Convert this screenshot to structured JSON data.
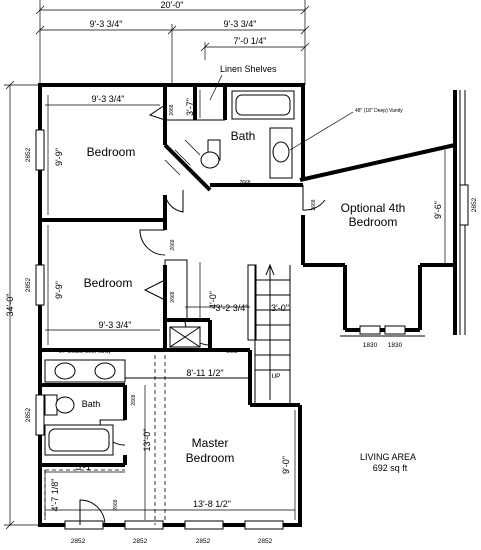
{
  "dimensions": {
    "overall_width": "20'-0\"",
    "top_left": "9'-3 3/4\"",
    "top_right": "9'-3 3/4\"",
    "linen_span": "7'-0 1/4\"",
    "overall_depth": "34'-0\"",
    "bed1_width": "9'-3 3/4\"",
    "bed1_depth": "9'-9\"",
    "closet1": "3'-7\"",
    "closet2": "4'-0\"",
    "hall_width": "3'-2 3/4\"",
    "stair_width": "3'-0\"",
    "bed2_width": "9'-3 3/4\"",
    "bed2_depth": "9'-9\"",
    "master_hall": "8'-11 1/2\"",
    "master_depth": "13'-0\"",
    "master_right": "9'-0\"",
    "master_width": "13'-8 1/2\"",
    "bath_w": "5'-1\"",
    "bath_d": "4'-7 1/8\"",
    "opt_depth": "9'-6\""
  },
  "rooms": {
    "bedroom1": "Bedroom",
    "bedroom2": "Bedroom",
    "bath_upper": "Bath",
    "bath_lower": "Bath",
    "optional_line1": "Optional 4th",
    "optional_line2": "Bedroom",
    "master_line1": "Master",
    "master_line2": "Bedroom"
  },
  "annotations": {
    "linen": "Linen Shelves",
    "vanity": "48\" (18\" Deep) Vanity",
    "double_vanity": "54\" Double Bowl Vanity",
    "up": "UP"
  },
  "door_codes": {
    "d_2668": "2668",
    "w_2852": "2852",
    "w_1830": "1830"
  },
  "living_area": {
    "label": "LIVING AREA",
    "value": "692 sq ft"
  }
}
